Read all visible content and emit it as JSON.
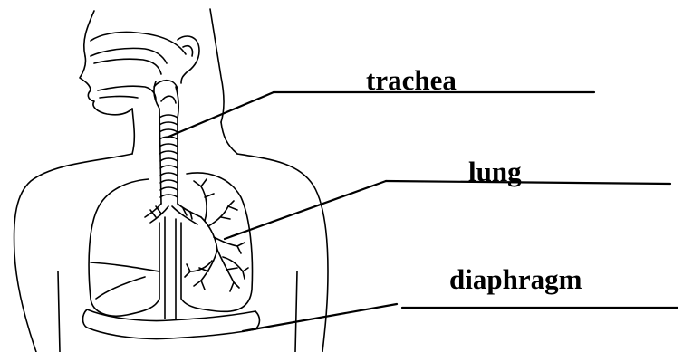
{
  "labels": {
    "trachea": "trachea",
    "lung": "lung",
    "diaphragm": "diaphragm"
  },
  "colors": {
    "outline": "#000000",
    "background": "#ffffff"
  }
}
